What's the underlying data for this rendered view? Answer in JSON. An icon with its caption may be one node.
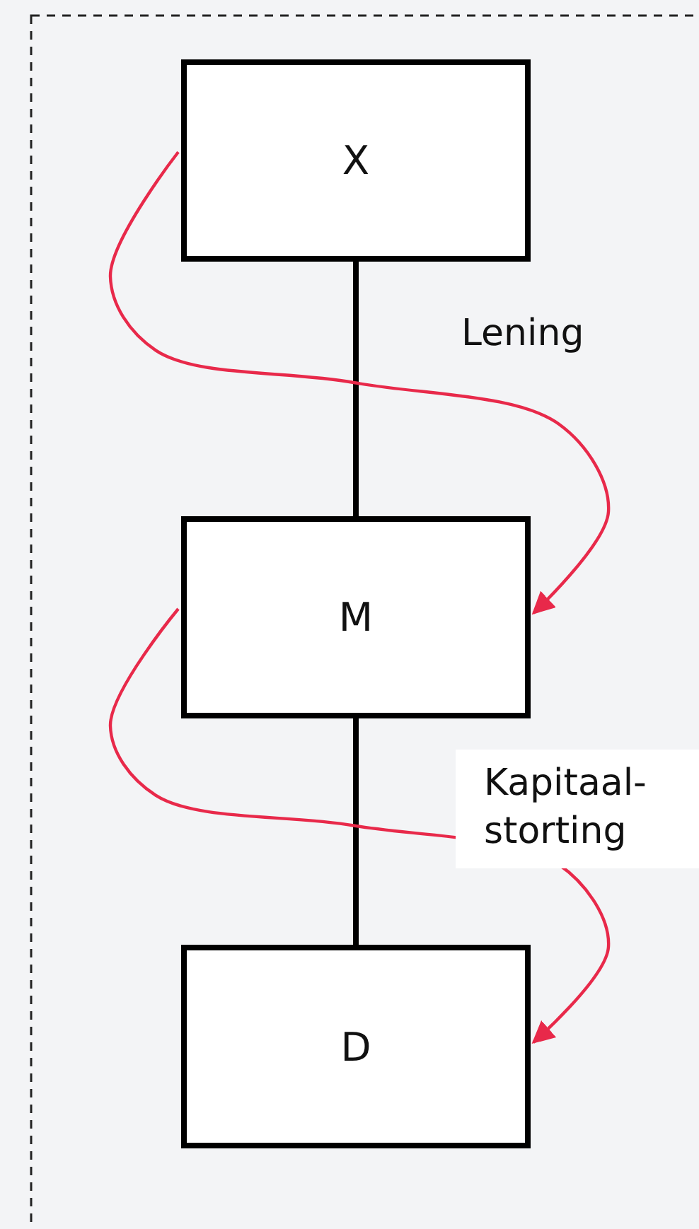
{
  "diagram": {
    "nodes": [
      {
        "text": [
          "X"
        ]
      },
      {
        "text": [
          "M"
        ]
      },
      {
        "text": [
          "D"
        ]
      }
    ],
    "edges": [
      {
        "from": 0,
        "to": 1,
        "arrow": "none",
        "style": "thick"
      },
      {
        "from": 1,
        "to": 2,
        "arrow": "none",
        "style": "thick"
      },
      {
        "from": 0,
        "to": 1,
        "arrow": "to",
        "color": "#e8294a",
        "label": "Lening"
      },
      {
        "from": 1,
        "to": 2,
        "arrow": "to",
        "color": "#e8294a",
        "label": "Kapitaal- storting"
      }
    ]
  }
}
